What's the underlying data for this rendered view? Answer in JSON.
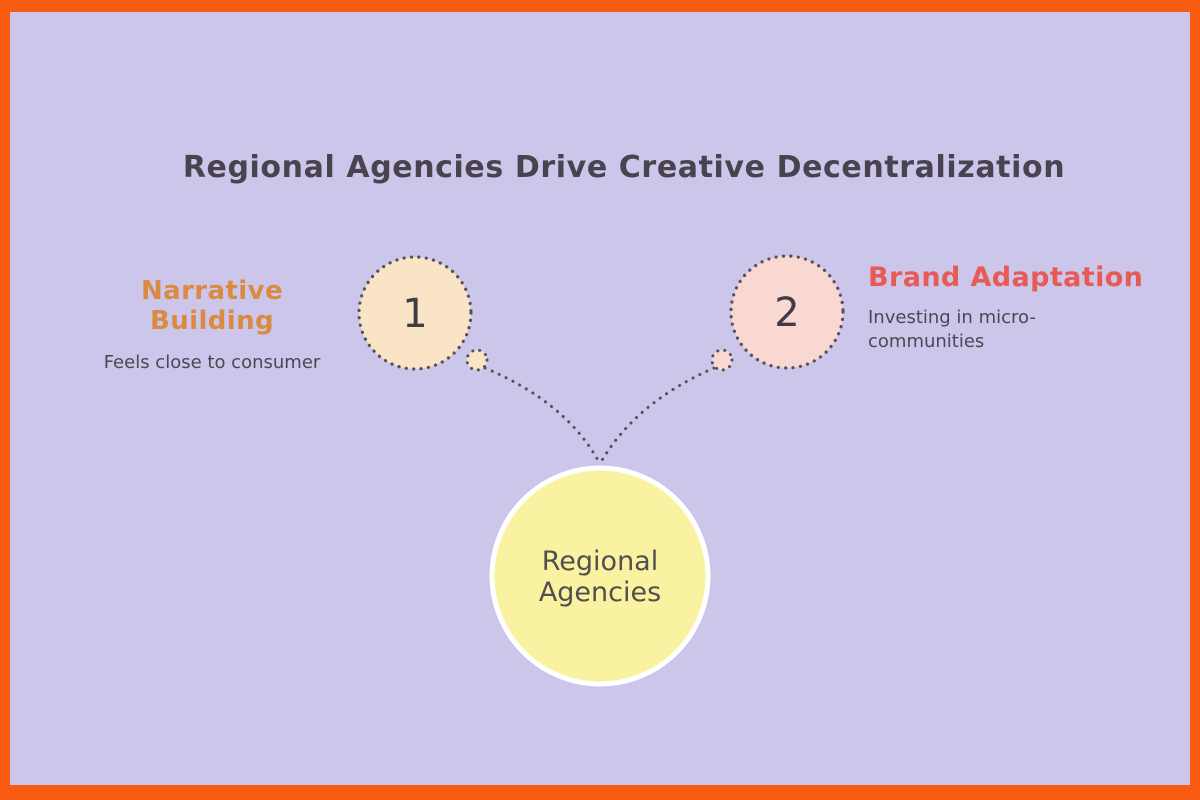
{
  "canvas": {
    "title": "Regional Agencies Drive Creative Decentralization",
    "frame_color": "#F95B12",
    "background_color": "#CBC6EA",
    "dot_color": "#57505C"
  },
  "center_node": {
    "label": "Regional Agencies",
    "fill": "#F9F2A0",
    "ring_color": "#FFFFFF"
  },
  "steps": [
    {
      "number": "1",
      "heading": "Narrative Building",
      "description": "Feels close to consumer",
      "heading_color": "#DB8B41",
      "circle_fill": "#FAE4C6"
    },
    {
      "number": "2",
      "heading": "Brand Adaptation",
      "description": "Investing in micro-communities",
      "heading_color": "#E75A55",
      "circle_fill": "#FAD8D2"
    }
  ]
}
